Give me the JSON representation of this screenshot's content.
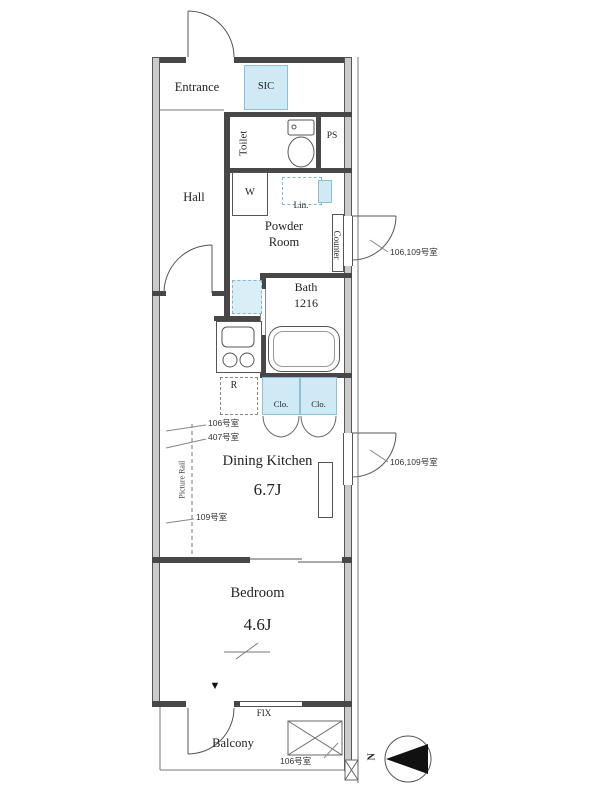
{
  "rooms": {
    "entrance": "Entrance",
    "sic": "SIC",
    "toilet": "Toilet",
    "ps": "PS",
    "hall": "Hall",
    "washer": "W",
    "linen": "Lin.",
    "powder1": "Powder",
    "powder2": "Room",
    "counter": "Counter",
    "bath1": "Bath",
    "bath2": "1216",
    "fridge": "R",
    "clo1": "Clo.",
    "clo2": "Clo.",
    "dining_kitchen": "Dining Kitchen",
    "dining_kitchen_size": "6.7J",
    "picture_rail": "Picture Rail",
    "bedroom": "Bedroom",
    "bedroom_size": "4.6J",
    "fix": "FIX",
    "balcony": "Balcony"
  },
  "annotations": {
    "unit_106_109_a": "106,109号室",
    "unit_106_109_b": "106,109号室",
    "unit_106": "106号室",
    "unit_407": "407号室",
    "unit_109": "109号室",
    "unit_106_balcony": "106号室",
    "north": "N",
    "marker": "▼"
  },
  "colors": {
    "closet_fill": "#cfe9f5",
    "wall_dark": "#474747",
    "wall_band": "#cbcbcb",
    "line": "#555555"
  }
}
